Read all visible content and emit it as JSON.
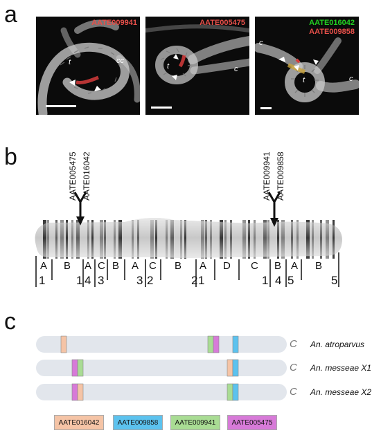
{
  "panels": {
    "a": "a",
    "b": "b",
    "c": "c"
  },
  "micrographs": [
    {
      "labels": [
        {
          "text": "AATE009941",
          "color": "#e8504a"
        }
      ],
      "annotations": [
        "t",
        "cc"
      ]
    },
    {
      "labels": [
        {
          "text": "AATE005475",
          "color": "#e8504a"
        }
      ],
      "annotations": [
        "t",
        "c"
      ]
    },
    {
      "labels": [
        {
          "text": "AATE016042",
          "color": "#22d022"
        },
        {
          "text": "AATE009858",
          "color": "#e8504a"
        }
      ],
      "annotations": [
        "c",
        "t",
        "c"
      ]
    }
  ],
  "chromosome": {
    "probes_left": [
      "AATE005475",
      "AATE016042"
    ],
    "probes_right": [
      "AATE009941",
      "AATE009858"
    ],
    "band_letters": [
      "A",
      "B",
      "A",
      "C",
      "B",
      "A",
      "C",
      "B",
      "A",
      "D",
      "C",
      "B",
      "A",
      "B"
    ],
    "band_numbers": [
      "1",
      "1",
      "4",
      "3",
      "3",
      "2",
      "2",
      "1",
      "1",
      "4",
      "5",
      "5"
    ]
  },
  "map": {
    "rows": [
      {
        "species": "An. atroparvus",
        "c": "C"
      },
      {
        "species": "An. messeae X1",
        "c": "C"
      },
      {
        "species": "An. messeae X2",
        "c": "C"
      }
    ],
    "legend": [
      {
        "label": "AATE016042",
        "color": "#f5c4a6"
      },
      {
        "label": "AATE009858",
        "color": "#5cc2ee"
      },
      {
        "label": "AATE009941",
        "color": "#a9dc94"
      },
      {
        "label": "AATE005475",
        "color": "#d77ad8"
      }
    ]
  }
}
